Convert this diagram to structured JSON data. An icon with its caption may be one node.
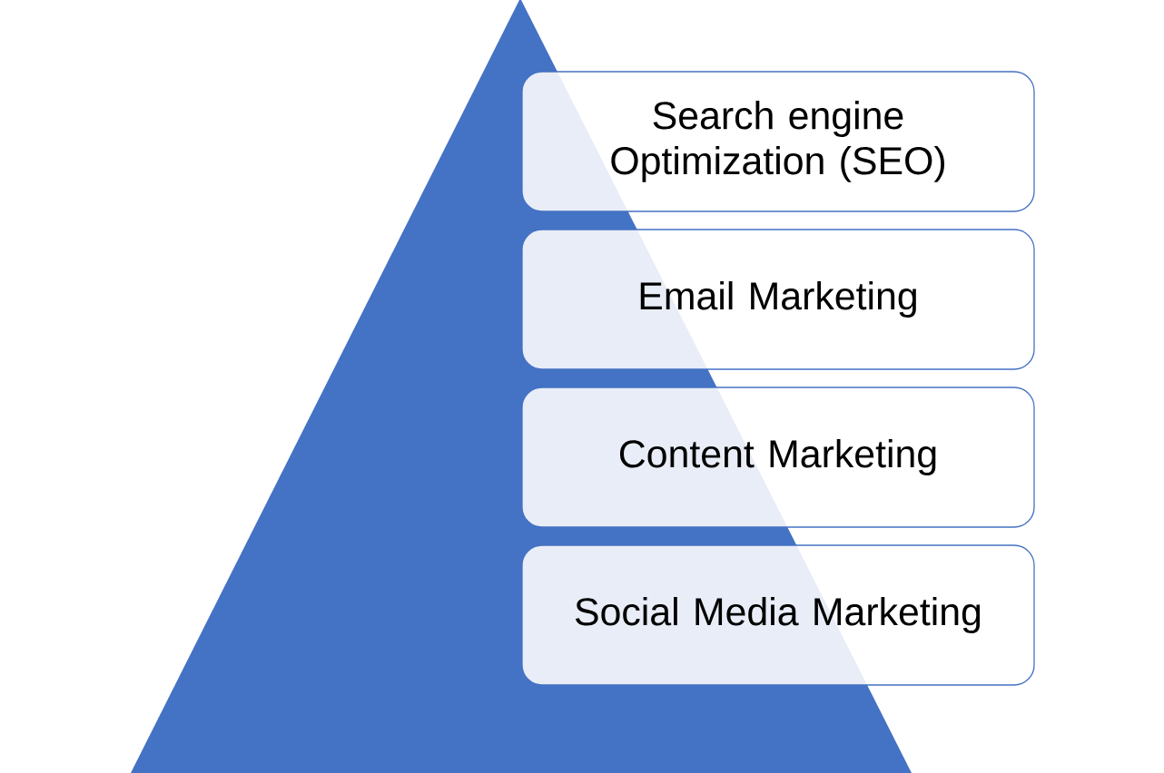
{
  "diagram": {
    "nodes": [
      {
        "text": [
          "Search engine Optimization (SEO)"
        ]
      },
      {
        "text": [
          "Email Marketing"
        ]
      },
      {
        "text": [
          "Content Marketing"
        ]
      },
      {
        "text": [
          "Social Media Marketing"
        ]
      }
    ]
  }
}
